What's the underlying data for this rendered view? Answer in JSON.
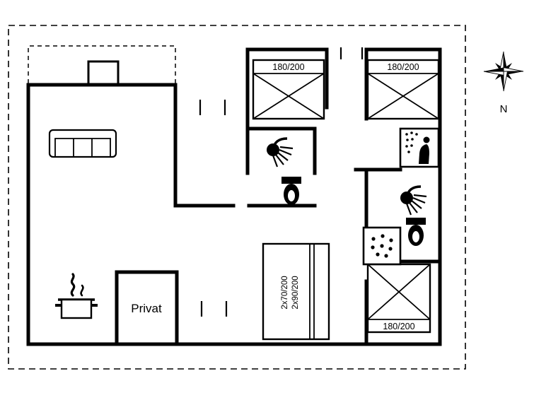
{
  "floor_plan": {
    "compass": {
      "north_label": "N"
    },
    "rooms": {
      "private": "Privat"
    },
    "beds": {
      "top_middle": "180/200",
      "top_right": "180/200",
      "bottom_right": "180/200"
    },
    "wardrobe": {
      "size_1": "2x70/200",
      "size_2": "2x90/200"
    }
  },
  "colors": {
    "wall": "#000000",
    "background": "#ffffff"
  },
  "icons": {
    "sofa": "sofa-icon",
    "cooking_pot": "cooking-pot-icon",
    "steam": "steam-icon",
    "shower": "shower-icon",
    "toilet": "toilet-icon",
    "shower_cabin": "shower-cabin-icon",
    "washing_machine": "washing-machine-icon",
    "compass_rose": "compass-rose-icon",
    "chimney": "chimney-icon",
    "door_marker": "door-opening-marker"
  }
}
